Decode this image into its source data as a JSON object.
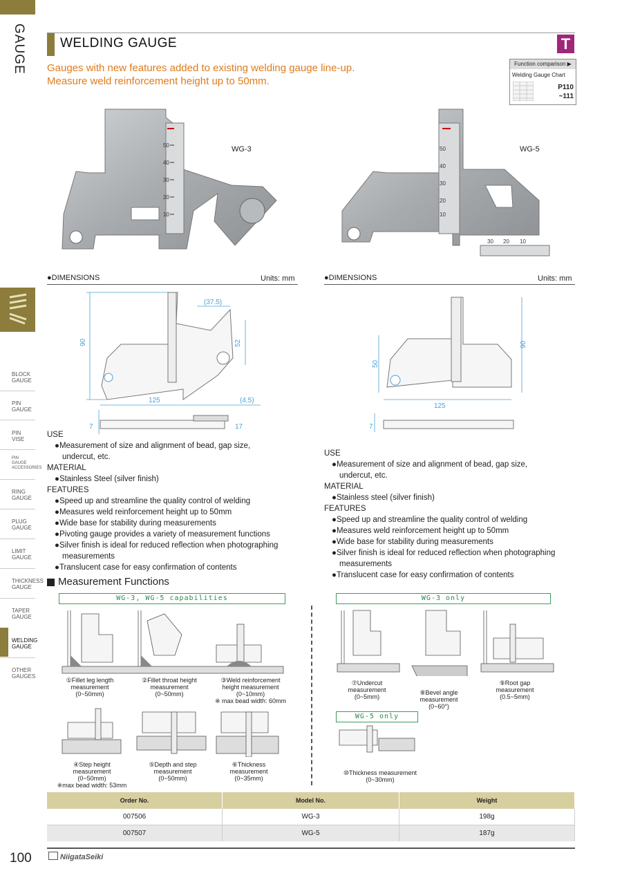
{
  "sidebar": {
    "section": "GAUGE",
    "items": [
      {
        "label": "BLOCK\nGAUGE"
      },
      {
        "label": "PIN\nGAUGE"
      },
      {
        "label": "PIN\nVISE"
      },
      {
        "label": "PIN\nGAUGE\nACCESSORIES"
      },
      {
        "label": "RING\nGAUGE"
      },
      {
        "label": "PLUG\nGAUGE"
      },
      {
        "label": "LIMIT\nGAUGE"
      },
      {
        "label": "THICKNESS\nGAUGE"
      },
      {
        "label": "TAPER\nGAUGE"
      },
      {
        "label": "WELDING\nGAUGE"
      },
      {
        "label": "OTHER\nGAUGES"
      }
    ]
  },
  "header": {
    "title": "WELDING GAUGE",
    "badge": "T",
    "subtitle_line1": "Gauges with new features added to existing welding gauge line-up.",
    "subtitle_line2": "Measure weld reinforcement height up to 50mm.",
    "function_comparison": "Function comparison ▶",
    "function_chart": "Welding Gauge Chart",
    "pages_1": "P110",
    "pages_2": "~111"
  },
  "colors": {
    "accent": "#8c7d3c",
    "badge": "#a0267a",
    "subtitle": "#e07b1a",
    "capability_green": "#2a8a50",
    "table_header": "#d7cfa0"
  },
  "products": [
    {
      "name": "WG-3",
      "dimensions_label": "●DIMENSIONS",
      "units": "Units: mm",
      "dims": {
        "top": "(37.5)",
        "height": "90",
        "right": "52",
        "width": "125",
        "offset": "(4.5)",
        "thick1": "7",
        "thick2": "17"
      },
      "use_head": "USE",
      "use_1": "●Measurement of size and alignment of bead, gap size,",
      "use_2": "undercut, etc.",
      "material_head": "MATERIAL",
      "material": "●Stainless Steel (silver finish)",
      "features_head": "FEATURES",
      "features": [
        "●Speed up and streamline the quality control of welding",
        "●Measures weld reinforcement height up to 50mm",
        "●Wide base for stability during measurements",
        "●Pivoting gauge provides a variety of measurement functions",
        "●Silver finish is ideal for reduced reflection when photographing",
        "measurements",
        "●Translucent case for easy confirmation of contents"
      ]
    },
    {
      "name": "WG-5",
      "dimensions_label": "●DIMENSIONS",
      "units": "Units: mm",
      "dims": {
        "left": "50",
        "height": "90",
        "width": "125",
        "thick": "7"
      },
      "use_head": "USE",
      "use_1": "●Measurement of size and alignment of bead, gap size,",
      "use_2": "undercut, etc.",
      "material_head": "MATERIAL",
      "material": "●Stainless steel (silver finish)",
      "features_head": "FEATURES",
      "features": [
        "●Speed up and streamline the quality control of welding",
        "●Measures weld reinforcement height up to 50mm",
        "●Wide base for stability during measurements",
        "●Silver finish is ideal for reduced reflection when photographing",
        "measurements",
        "●Translucent case for easy confirmation of contents"
      ]
    }
  ],
  "functions": {
    "title": "Measurement Functions",
    "cap_both": "WG-3, WG-5 capabilities",
    "cap_wg3": "WG-3 only",
    "cap_wg5": "WG-5 only",
    "items": [
      "①Fillet leg length\nmeasurement\n(0~50mm)",
      "②Fillet throat height\nmeasurement\n(0~50mm)",
      "③Weld reinforcement\nheight measurement\n(0~10mm)\n※ max bead width: 60mm",
      "④Step height\nmeasurement\n(0~50mm)\n※max bead width: 53mm",
      "⑤Depth and step\nmeasurement\n(0~50mm)",
      "⑥Thickness\nmeasurement\n(0~35mm)",
      "⑦Undercut\nmeasurement\n(0~5mm)",
      "⑧Bevel angle\nmeasurement\n(0~60°)",
      "⑨Root gap\nmeasurement\n(0.5~5mm)",
      "⑩Thickness measurement\n(0~30mm)"
    ]
  },
  "table": {
    "headers": [
      "Order No.",
      "Model No.",
      "Weight"
    ],
    "rows": [
      [
        "007506",
        "WG-3",
        "198g"
      ],
      [
        "007507",
        "WG-5",
        "187g"
      ]
    ]
  },
  "footer": {
    "page": "100",
    "brand": "NiigataSeiki"
  }
}
